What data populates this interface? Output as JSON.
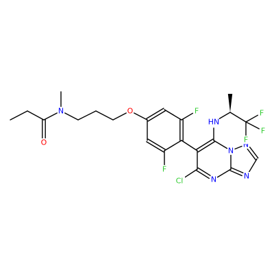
{
  "molecule": {
    "atoms": [
      {
        "id": "C_et1",
        "label": ""
      },
      {
        "id": "C_et2",
        "label": ""
      },
      {
        "id": "C_carbonyl",
        "label": ""
      },
      {
        "id": "O_carbonyl",
        "label": "O",
        "color": "#ff0000"
      },
      {
        "id": "N_amide",
        "label": "N",
        "color": "#0000ff"
      },
      {
        "id": "C_nmethyl",
        "label": ""
      },
      {
        "id": "C_p1",
        "label": ""
      },
      {
        "id": "C_p2",
        "label": ""
      },
      {
        "id": "C_p3",
        "label": ""
      },
      {
        "id": "O_ether",
        "label": "O",
        "color": "#ff0000"
      },
      {
        "id": "C_ph1",
        "label": ""
      },
      {
        "id": "C_ph2",
        "label": ""
      },
      {
        "id": "C_ph3",
        "label": ""
      },
      {
        "id": "C_ph4",
        "label": ""
      },
      {
        "id": "C_ph5",
        "label": ""
      },
      {
        "id": "C_ph6",
        "label": ""
      },
      {
        "id": "F_top",
        "label": "F",
        "color": "#33cc33"
      },
      {
        "id": "F_bottom",
        "label": "F",
        "color": "#33cc33"
      },
      {
        "id": "C6",
        "label": ""
      },
      {
        "id": "C7",
        "label": ""
      },
      {
        "id": "C5",
        "label": ""
      },
      {
        "id": "Cl",
        "label": "Cl",
        "color": "#33cc33"
      },
      {
        "id": "N4",
        "label": "N",
        "color": "#0000ff"
      },
      {
        "id": "C3a",
        "label": ""
      },
      {
        "id": "N8",
        "label": "N",
        "color": "#0000ff"
      },
      {
        "id": "N1",
        "label": "N",
        "color": "#0000ff"
      },
      {
        "id": "C2",
        "label": ""
      },
      {
        "id": "N3",
        "label": "N",
        "color": "#0000ff"
      },
      {
        "id": "N_H",
        "label": "HN",
        "color": "#0000ff"
      },
      {
        "id": "C_chiral",
        "label": ""
      },
      {
        "id": "C_methyl",
        "label": ""
      },
      {
        "id": "C_cf3",
        "label": ""
      },
      {
        "id": "F_a",
        "label": "F",
        "color": "#33cc33"
      },
      {
        "id": "F_b",
        "label": "F",
        "color": "#33cc33"
      },
      {
        "id": "F_c",
        "label": "F",
        "color": "#33cc33"
      }
    ],
    "bonds": [
      {
        "from": "C_et1",
        "to": "C_et2",
        "order": 1
      },
      {
        "from": "C_et2",
        "to": "C_carbonyl",
        "order": 1
      },
      {
        "from": "C_carbonyl",
        "to": "O_carbonyl",
        "order": 2
      },
      {
        "from": "C_carbonyl",
        "to": "N_amide",
        "order": 1
      },
      {
        "from": "N_amide",
        "to": "C_nmethyl",
        "order": 1
      },
      {
        "from": "N_amide",
        "to": "C_p1",
        "order": 1
      },
      {
        "from": "C_p1",
        "to": "C_p2",
        "order": 1
      },
      {
        "from": "C_p2",
        "to": "C_p3",
        "order": 1
      },
      {
        "from": "C_p3",
        "to": "O_ether",
        "order": 1
      },
      {
        "from": "O_ether",
        "to": "C_ph1",
        "order": 1
      },
      {
        "from": "C_ph1",
        "to": "C_ph2",
        "order": 2
      },
      {
        "from": "C_ph2",
        "to": "C_ph3",
        "order": 1
      },
      {
        "from": "C_ph3",
        "to": "C_ph4",
        "order": 2
      },
      {
        "from": "C_ph4",
        "to": "C_ph5",
        "order": 1
      },
      {
        "from": "C_ph5",
        "to": "C_ph6",
        "order": 2
      },
      {
        "from": "C_ph6",
        "to": "C_ph1",
        "order": 1
      },
      {
        "from": "C_ph3",
        "to": "F_top",
        "order": 1
      },
      {
        "from": "C_ph5",
        "to": "F_bottom",
        "order": 1
      },
      {
        "from": "C_ph4",
        "to": "C6",
        "order": 1
      },
      {
        "from": "C6",
        "to": "C7",
        "order": 2
      },
      {
        "from": "C6",
        "to": "C5",
        "order": 1
      },
      {
        "from": "C5",
        "to": "Cl",
        "order": 1
      },
      {
        "from": "C5",
        "to": "N4",
        "order": 2
      },
      {
        "from": "N4",
        "to": "C3a",
        "order": 1
      },
      {
        "from": "C3a",
        "to": "N8",
        "order": 1
      },
      {
        "from": "N8",
        "to": "C7",
        "order": 1
      },
      {
        "from": "C3a",
        "to": "N3",
        "order": 2
      },
      {
        "from": "N3",
        "to": "C2",
        "order": 1
      },
      {
        "from": "C2",
        "to": "N1",
        "order": 2
      },
      {
        "from": "N1",
        "to": "N8",
        "order": 1
      },
      {
        "from": "C7",
        "to": "N_H",
        "order": 1
      },
      {
        "from": "N_H",
        "to": "C_chiral",
        "order": 1
      },
      {
        "from": "C_chiral",
        "to": "C_methyl",
        "order": 1,
        "stereo": "wedge"
      },
      {
        "from": "C_chiral",
        "to": "C_cf3",
        "order": 1
      },
      {
        "from": "C_cf3",
        "to": "F_a",
        "order": 1
      },
      {
        "from": "C_cf3",
        "to": "F_b",
        "order": 1
      },
      {
        "from": "C_cf3",
        "to": "F_c",
        "order": 1
      }
    ]
  }
}
